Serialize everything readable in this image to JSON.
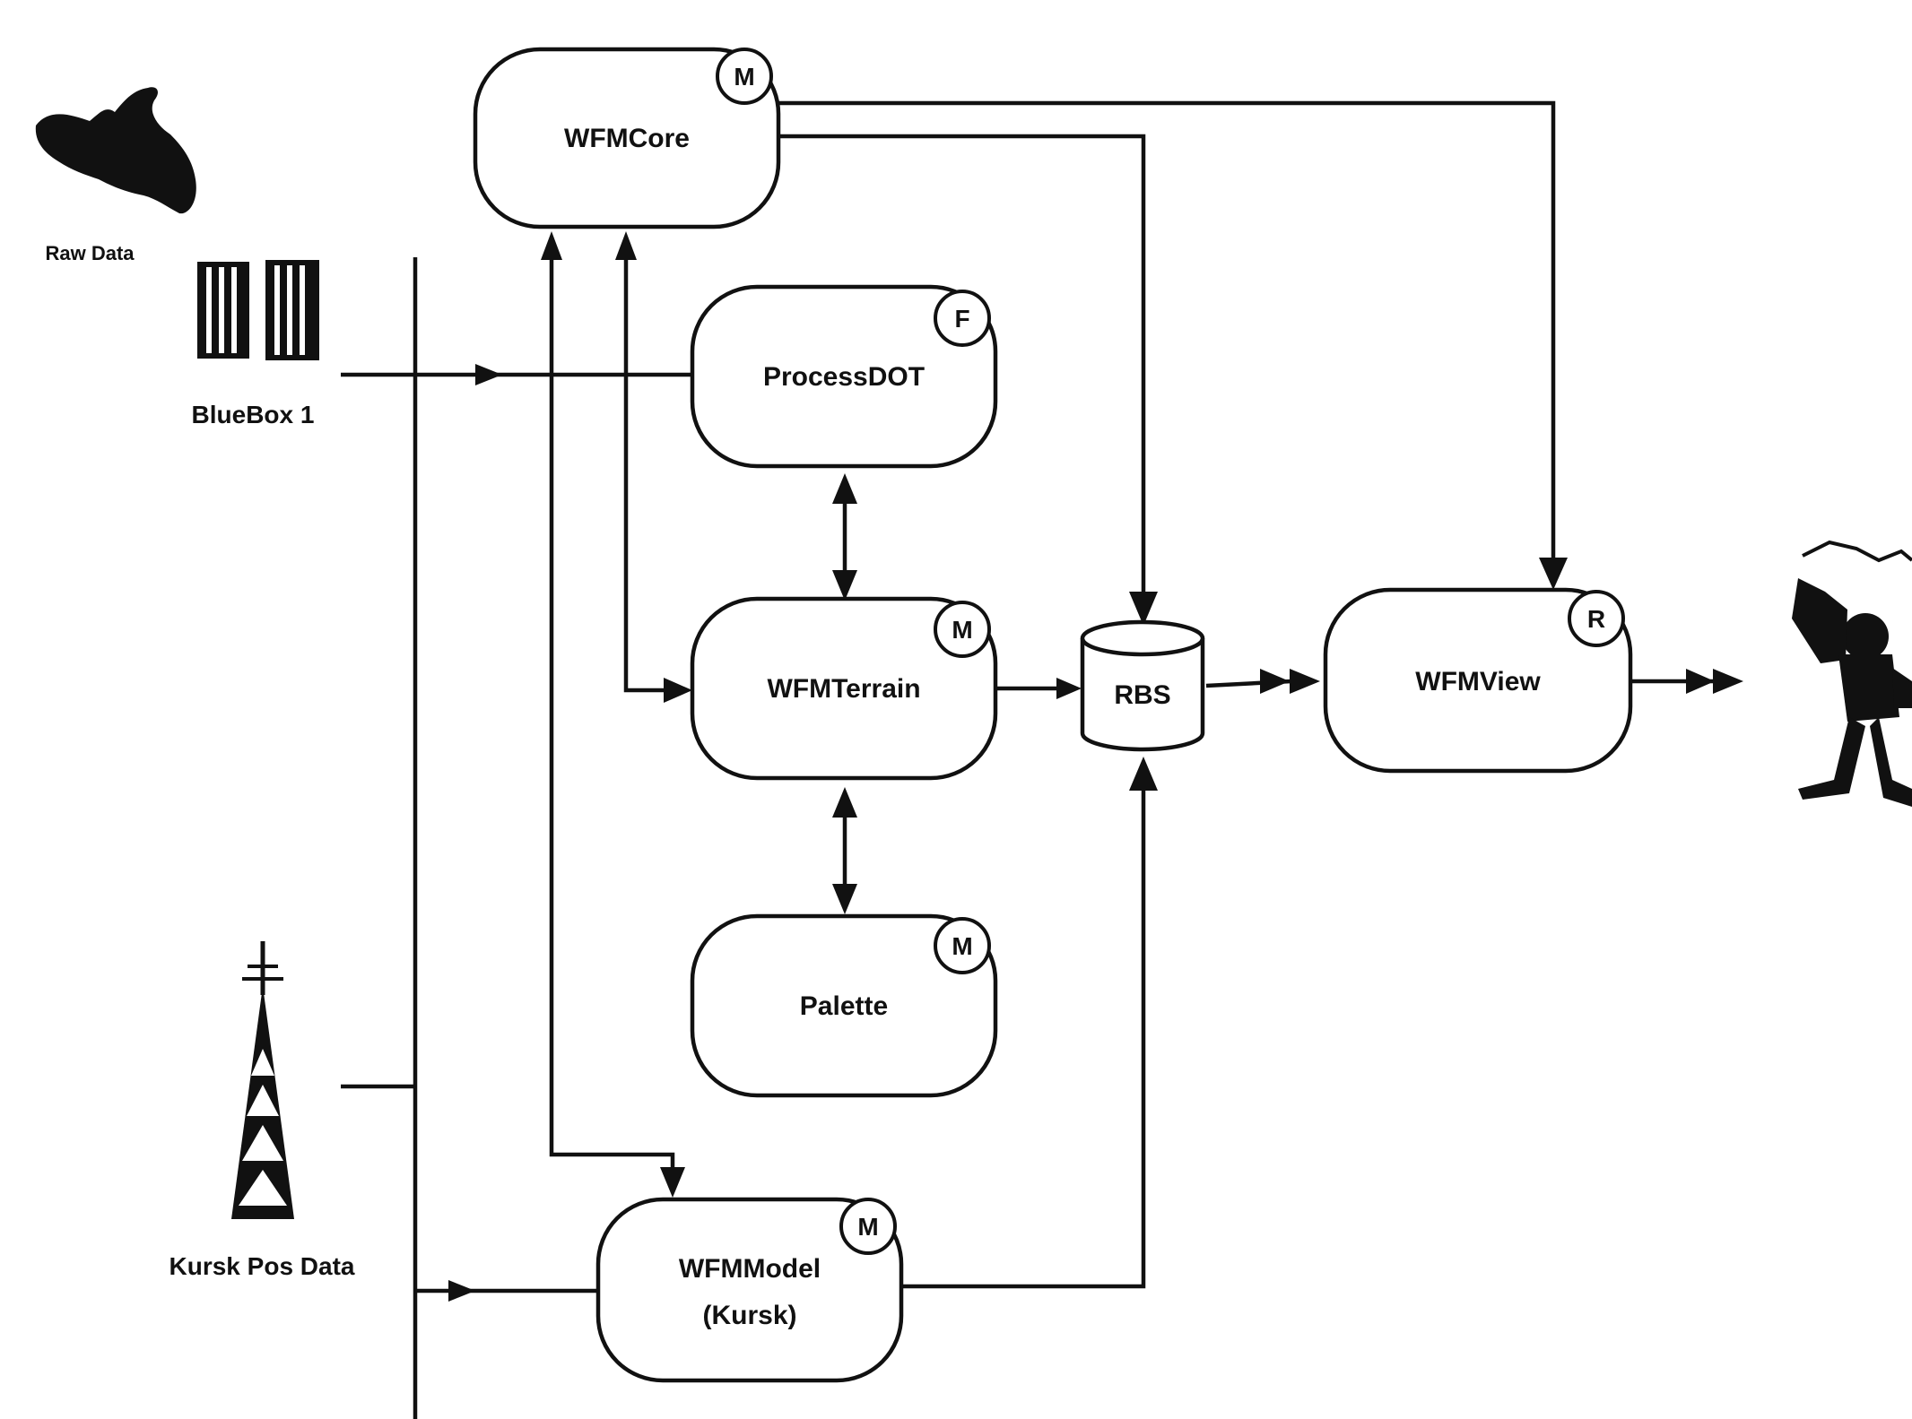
{
  "nodes": {
    "wfmcore": {
      "label": "WFMCore",
      "badge": "M"
    },
    "processdot": {
      "label": "ProcessDOT",
      "badge": "F"
    },
    "wfmterrain": {
      "label": "WFMTerrain",
      "badge": "M"
    },
    "palette": {
      "label": "Palette",
      "badge": "M"
    },
    "wfmmodel": {
      "label_line1": "WFMModel",
      "label_line2": "(Kursk)",
      "badge": "M"
    },
    "rbs": {
      "label": "RBS"
    },
    "wfmview": {
      "label": "WFMView",
      "badge": "R"
    }
  },
  "external": {
    "raw_data": "Raw Data",
    "bluebox": "BlueBox 1",
    "kursk_pos_data": "Kursk Pos Data"
  }
}
